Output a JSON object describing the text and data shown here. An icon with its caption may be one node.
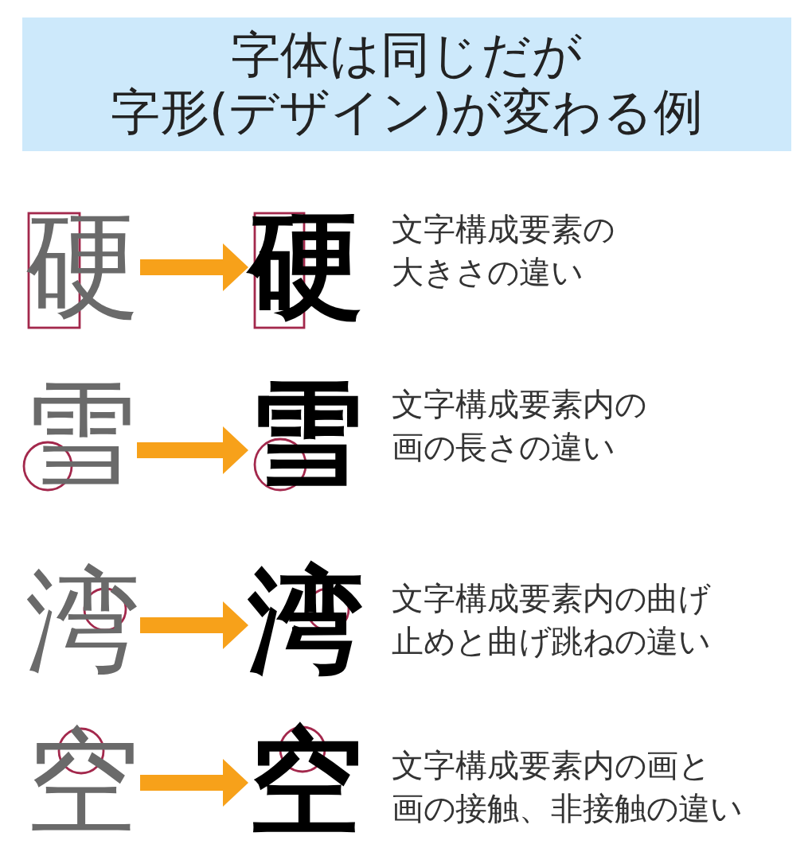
{
  "diagram": {
    "title": "字体は同じだが字形(デザイン)が変わる例",
    "nodes": [
      {
        "text": [
          "硬"
        ]
      },
      {
        "text": [
          "硬"
        ]
      },
      {
        "text": [
          "雪"
        ]
      },
      {
        "text": [
          "雪"
        ]
      },
      {
        "text": [
          "湾"
        ]
      },
      {
        "text": [
          "湾"
        ]
      },
      {
        "text": [
          "空"
        ]
      },
      {
        "text": [
          "空"
        ]
      }
    ],
    "edges": [
      {
        "from": 0,
        "to": 1,
        "arrow": "to"
      },
      {
        "from": 2,
        "to": 3,
        "arrow": "to"
      },
      {
        "from": 4,
        "to": 5,
        "arrow": "to"
      },
      {
        "from": 6,
        "to": 7,
        "arrow": "to"
      }
    ],
    "labels": [
      "文字構成要素の大きさの違い",
      "文字構成要素内の画の長さの違い",
      "文字構成要素内の曲げ止めと曲げ跳ねの違い",
      "文字構成要素内の画と画の接触、非接触の違い"
    ]
  }
}
